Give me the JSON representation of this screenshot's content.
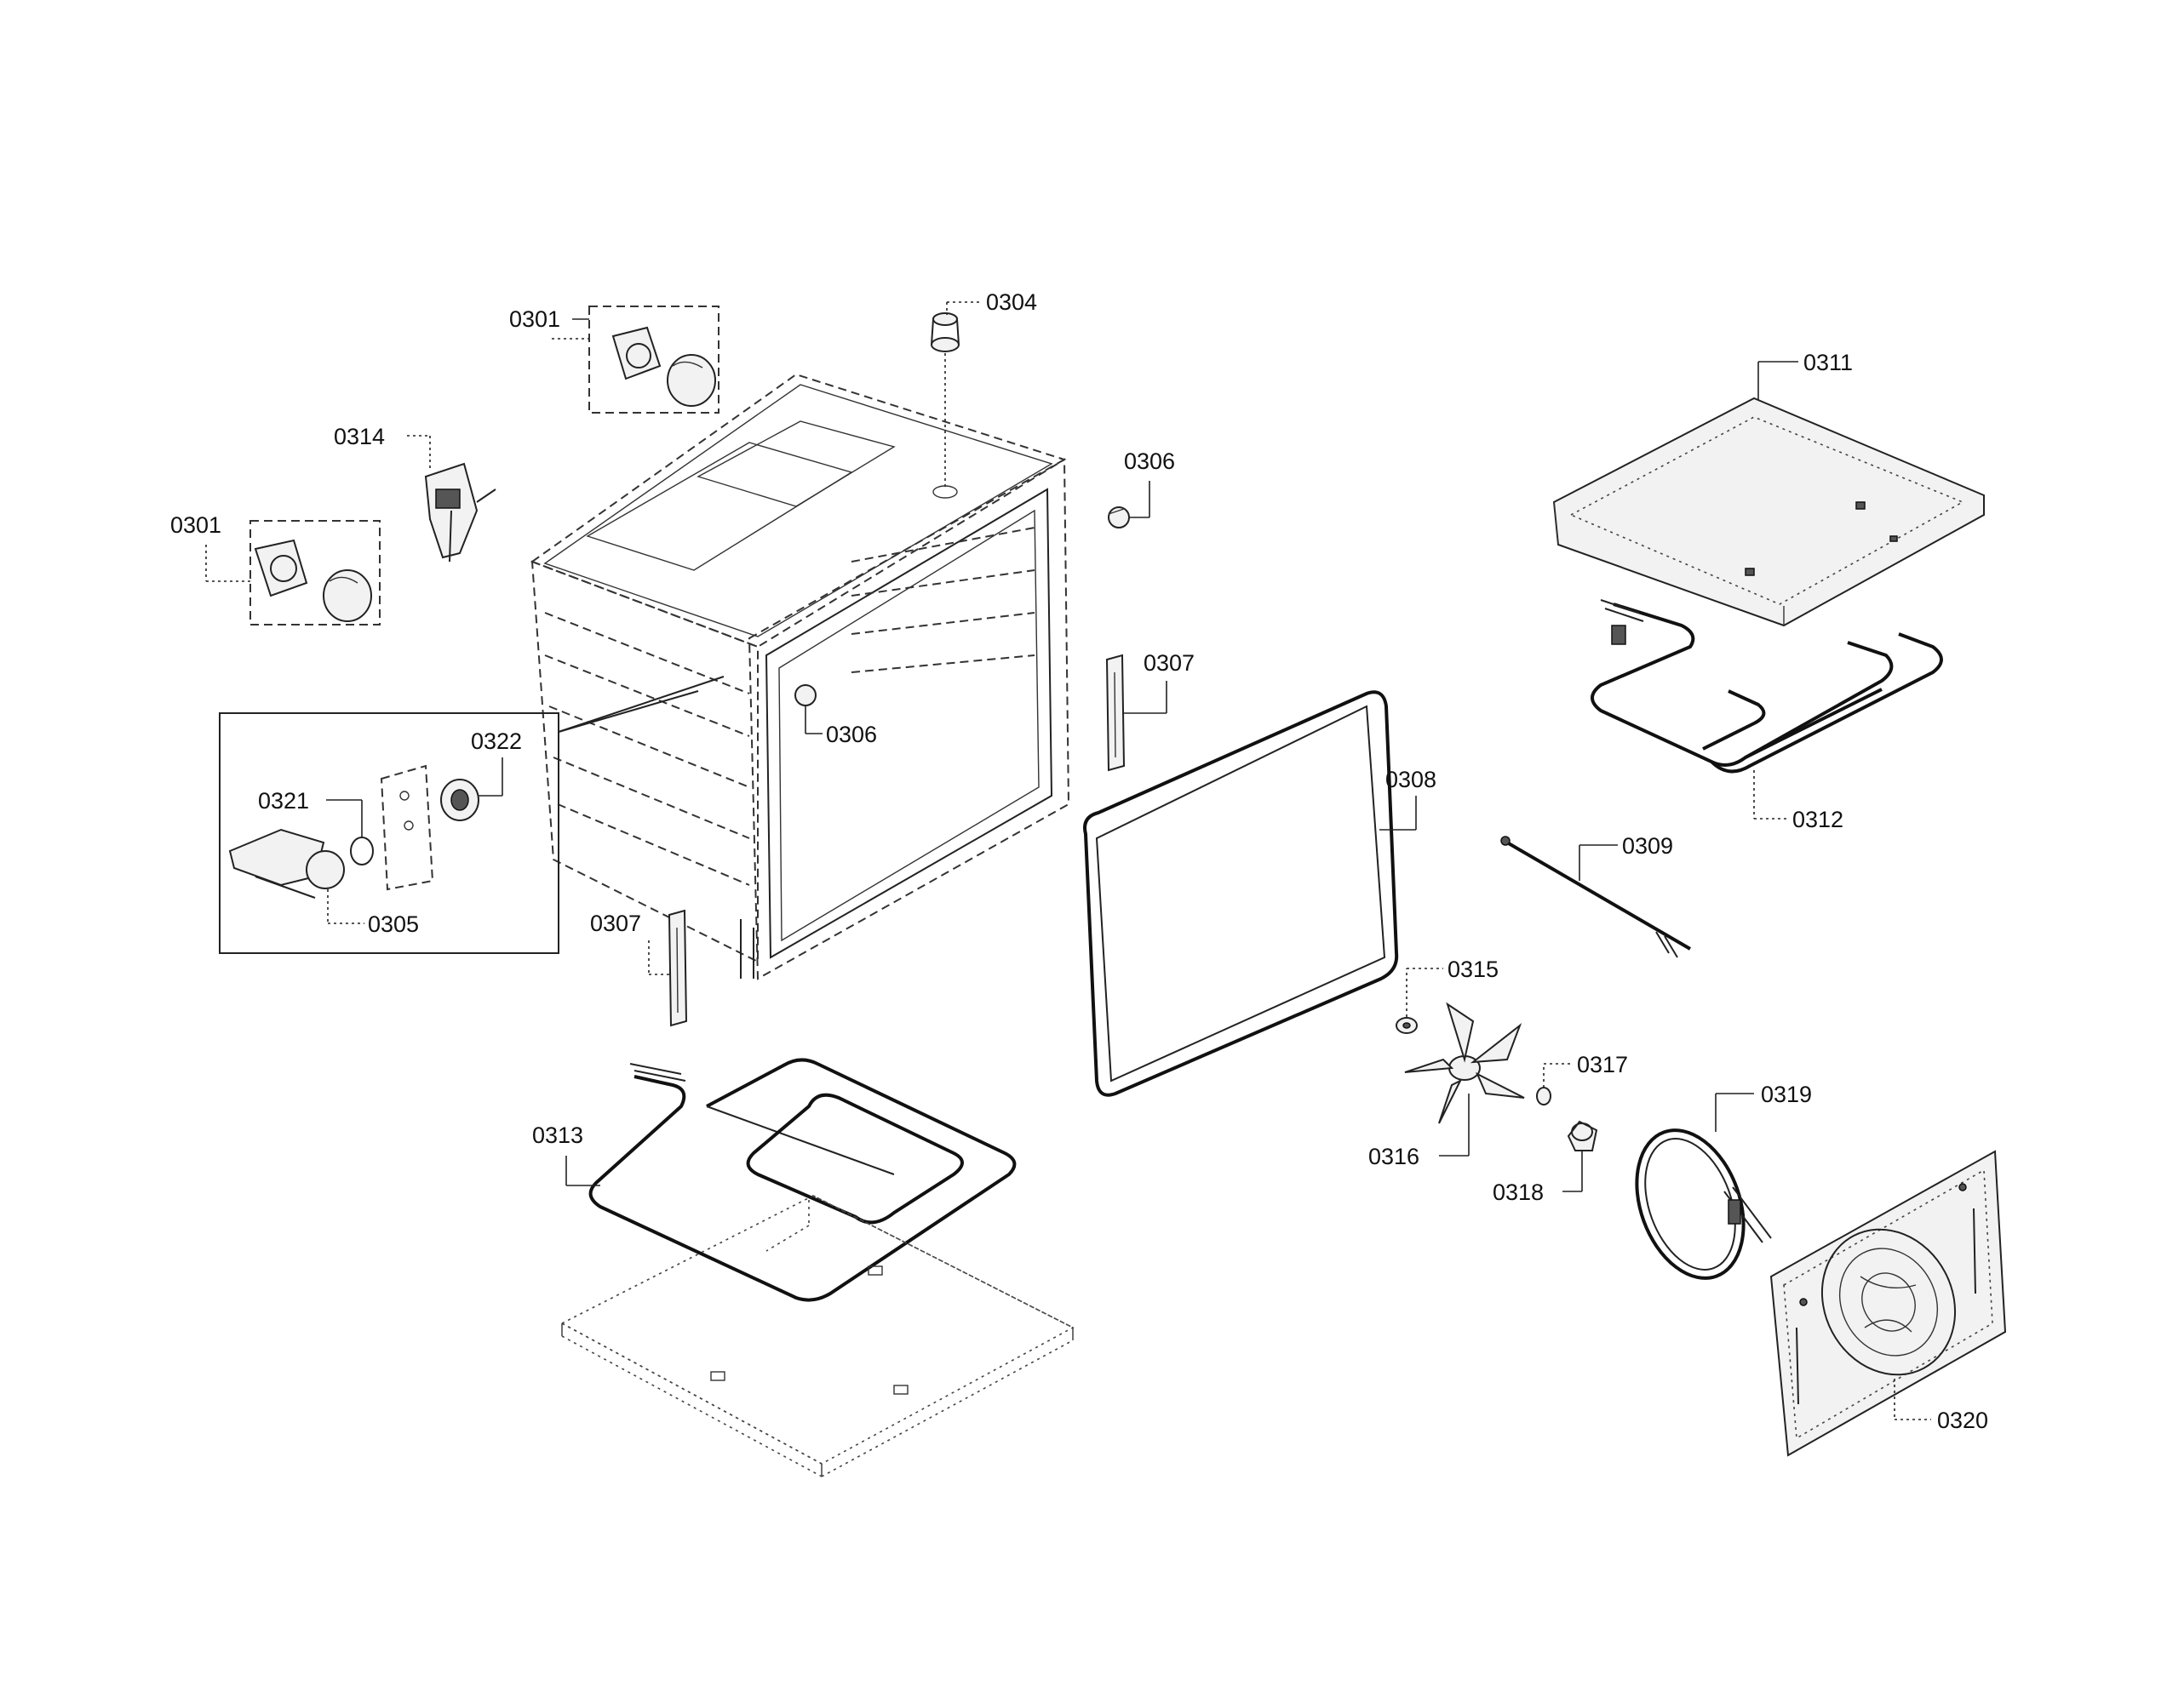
{
  "diagram": {
    "callouts": [
      {
        "id": "c0301a",
        "label": "0301"
      },
      {
        "id": "c0301b",
        "label": "0301"
      },
      {
        "id": "c0304",
        "label": "0304"
      },
      {
        "id": "c0305",
        "label": "0305"
      },
      {
        "id": "c0306a",
        "label": "0306"
      },
      {
        "id": "c0306b",
        "label": "0306"
      },
      {
        "id": "c0307a",
        "label": "0307"
      },
      {
        "id": "c0307b",
        "label": "0307"
      },
      {
        "id": "c0308",
        "label": "0308"
      },
      {
        "id": "c0309",
        "label": "0309"
      },
      {
        "id": "c0311",
        "label": "0311"
      },
      {
        "id": "c0312",
        "label": "0312"
      },
      {
        "id": "c0313",
        "label": "0313"
      },
      {
        "id": "c0314",
        "label": "0314"
      },
      {
        "id": "c0315",
        "label": "0315"
      },
      {
        "id": "c0316",
        "label": "0316"
      },
      {
        "id": "c0317",
        "label": "0317"
      },
      {
        "id": "c0318",
        "label": "0318"
      },
      {
        "id": "c0319",
        "label": "0319"
      },
      {
        "id": "c0320",
        "label": "0320"
      },
      {
        "id": "c0321",
        "label": "0321"
      },
      {
        "id": "c0322",
        "label": "0322"
      }
    ]
  }
}
